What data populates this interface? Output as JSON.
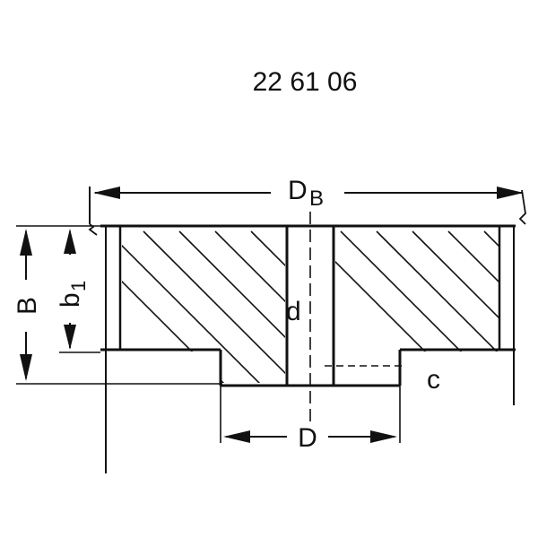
{
  "part_number": "22 61 06",
  "labels": {
    "outer_diameter_main": "D",
    "outer_diameter_sub": "B",
    "total_width": "B",
    "flange_width_main": "b",
    "flange_width_sub": "1",
    "bore": "d",
    "hub_diameter": "D",
    "chamfer": "c"
  },
  "colors": {
    "ink": "#111111",
    "paper": "#ffffff"
  }
}
